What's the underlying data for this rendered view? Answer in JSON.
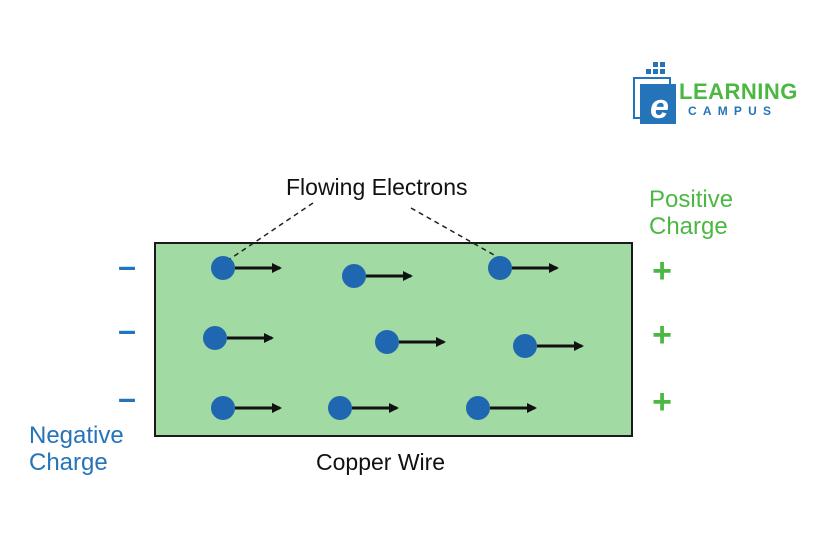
{
  "callout_label": "Flowing Electrons",
  "wire_label": "Copper Wire",
  "positive_label": [
    "Positive",
    "Charge"
  ],
  "negative_label": [
    "Negative",
    "Charge"
  ],
  "positive_symbol": "+",
  "negative_symbol": "–",
  "logo": {
    "letter": "e",
    "word": "LEARNING",
    "sub": "CAMPUS"
  },
  "colors": {
    "wire_fill": "#a2daa3",
    "wire_stroke": "#1a1a1a",
    "electron": "#1f67b1",
    "arrow": "#111111",
    "positive": "#4cb843",
    "negative": "#2574ba"
  },
  "electron_rows": 3,
  "electrons_per_row": 3,
  "terminal_count": 3
}
